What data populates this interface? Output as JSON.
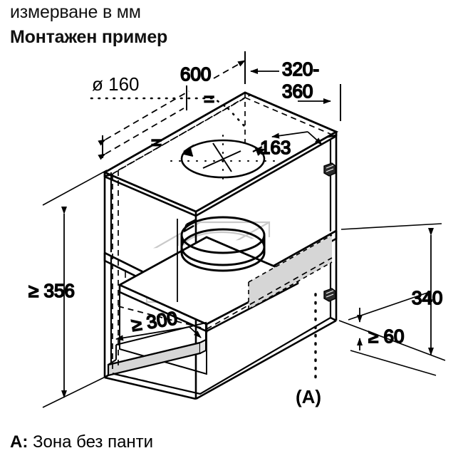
{
  "header": {
    "unit_note": "измерване в мм",
    "example_title": "Монтажен пример"
  },
  "footnote": {
    "key": "A:",
    "text": " Зона без панти"
  },
  "dimensions": {
    "duct_diameter": "ø 160",
    "cabinet_width": "600",
    "cabinet_depth": "320-",
    "cabinet_depth_2": "360",
    "vent_offset": "163",
    "min_total_height": "≥ 356",
    "min_opening_height": "≥ 300",
    "lower_height": "340",
    "min_bottom_gap": "≥ 60",
    "equal_left": "=",
    "equal_right": "=",
    "zone_callout": "(A)"
  },
  "colors": {
    "line": "#000000",
    "ghost": "#c8c8c8",
    "shade": "#d4d4d4",
    "paper": "#ffffff"
  },
  "parts": {
    "cabinet": "kitchen-wall-cabinet",
    "duct": "round-duct-160",
    "hinge_upper": "hinge-bracket-upper",
    "hinge_lower": "hinge-bracket-lower",
    "zone_a_panel": "no-hinge-zone-panel"
  }
}
